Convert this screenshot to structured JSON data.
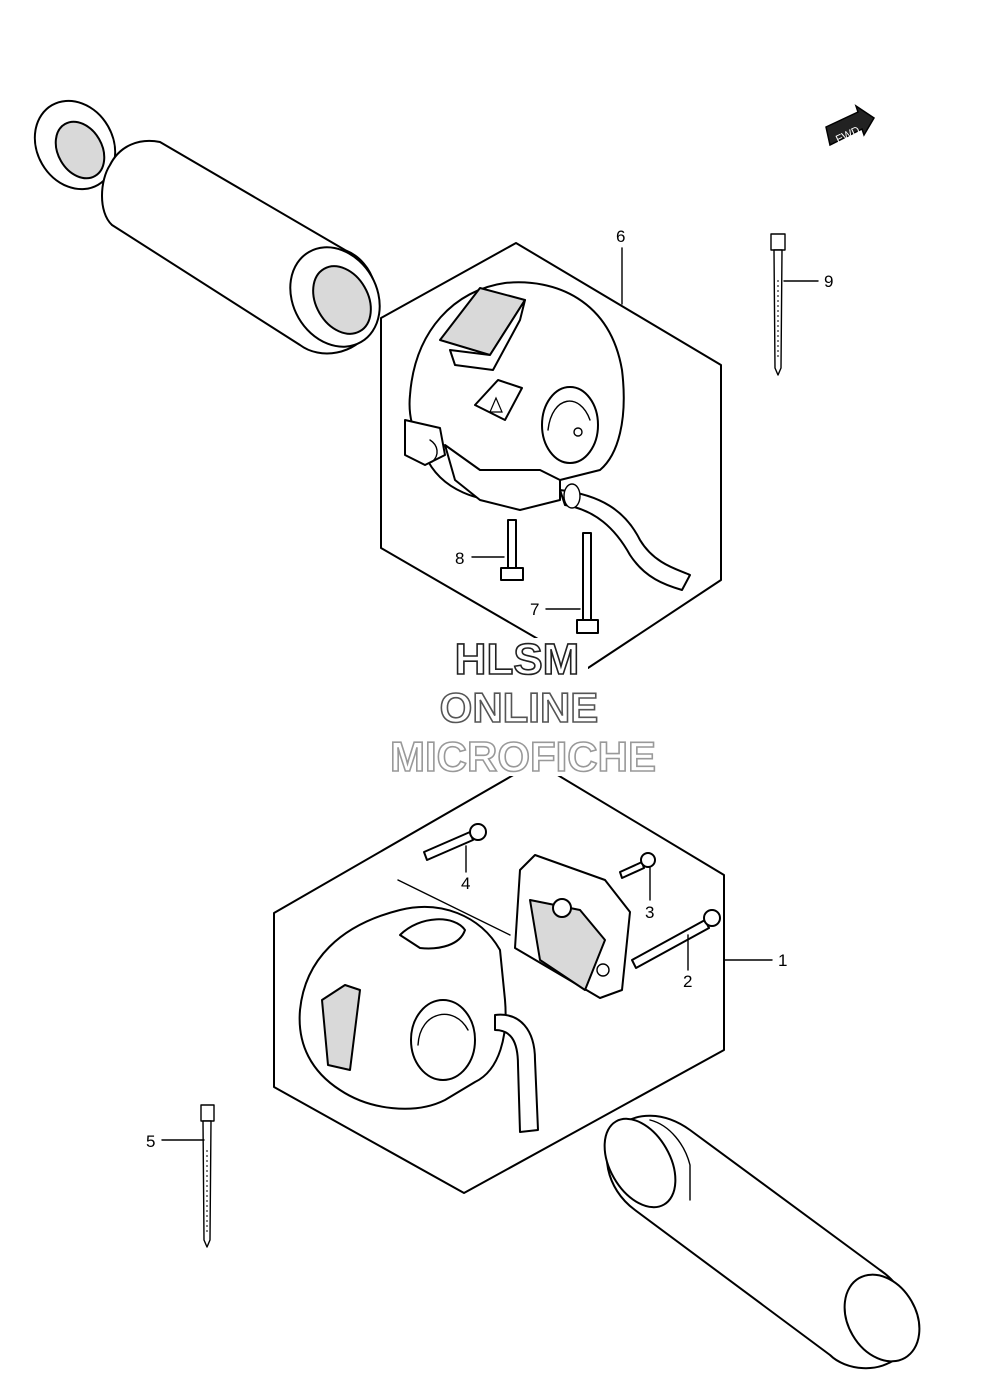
{
  "callouts": [
    {
      "id": "1",
      "label": "1"
    },
    {
      "id": "2",
      "label": "2"
    },
    {
      "id": "3",
      "label": "3"
    },
    {
      "id": "4",
      "label": "4"
    },
    {
      "id": "5",
      "label": "5"
    },
    {
      "id": "6",
      "label": "6"
    },
    {
      "id": "7",
      "label": "7"
    },
    {
      "id": "8",
      "label": "8"
    },
    {
      "id": "9",
      "label": "9"
    }
  ],
  "fwd_badge": {
    "label": "FWD"
  },
  "watermark": {
    "line1": "HLSM",
    "line2": "ONLINE",
    "line3": "MICROFICHE",
    "colors": [
      "#222222",
      "#555555",
      "#999999"
    ]
  }
}
